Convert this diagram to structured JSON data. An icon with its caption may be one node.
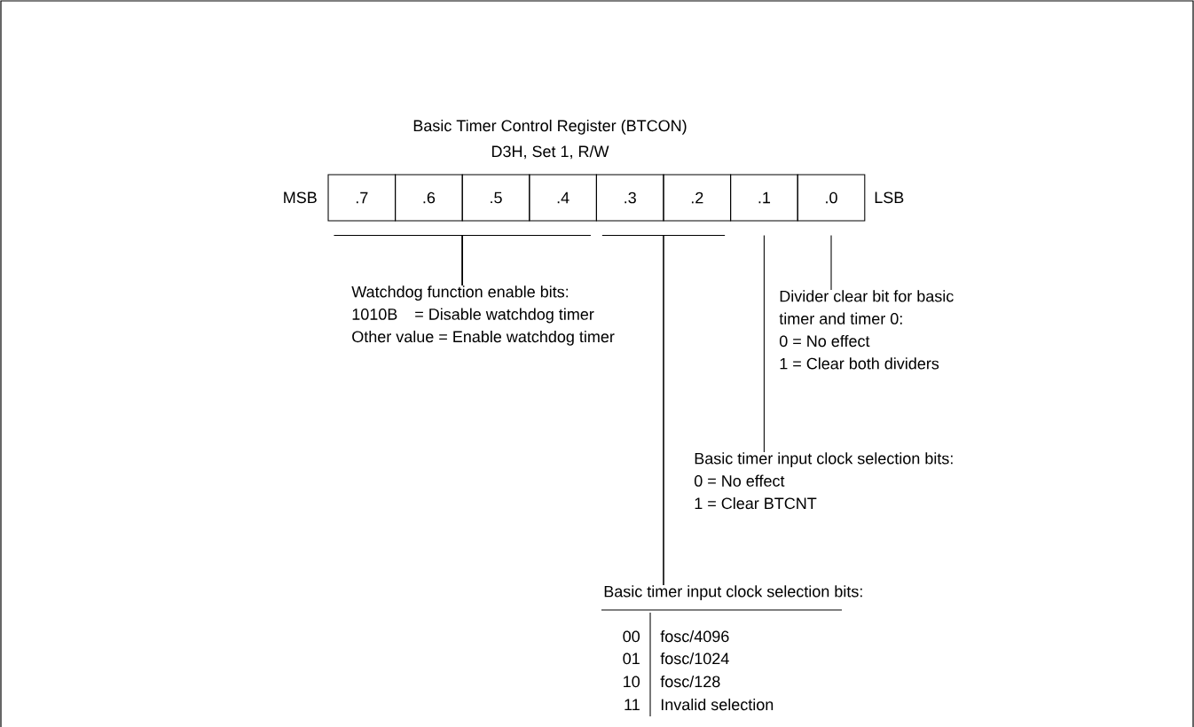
{
  "diagram": {
    "title": "Basic Timer Control Register (BTCON)",
    "nodes": [
      {
        "text": [
          ".7"
        ]
      },
      {
        "text": [
          ".6"
        ]
      },
      {
        "text": [
          ".5"
        ]
      },
      {
        "text": [
          ".4"
        ]
      },
      {
        "text": [
          ".3"
        ]
      },
      {
        "text": [
          ".2"
        ]
      },
      {
        "text": [
          ".1"
        ]
      },
      {
        "text": [
          ".0"
        ]
      },
      {
        "text": [
          "Watchdog function enable bits:",
          "1010B",
          "= Disable watchdog timer",
          "Other value = Enable watchdog timer"
        ]
      },
      {
        "text": [
          "Divider clear bit for basic timer and timer 0:",
          "0 = No effect",
          "1 = Clear both dividers"
        ]
      },
      {
        "text": [
          "Basic timer input clock selection bits:",
          "0 = No effect",
          "1 = Clear BTCNT"
        ]
      },
      {
        "text": [
          "Basic timer input clock selection bits:"
        ]
      }
    ],
    "edges": [
      {
        "from": 0,
        "to": 8,
        "arrow": "none"
      },
      {
        "from": 1,
        "to": 8,
        "arrow": "none"
      },
      {
        "from": 2,
        "to": 8,
        "arrow": "none"
      },
      {
        "from": 3,
        "to": 8,
        "arrow": "none"
      },
      {
        "from": 4,
        "to": 11,
        "arrow": "none"
      },
      {
        "from": 5,
        "to": 11,
        "arrow": "none"
      },
      {
        "from": 7,
        "to": 9,
        "arrow": "none"
      },
      {
        "from": 6,
        "to": 10,
        "arrow": "none"
      }
    ],
    "labels": [
      "D3H, Set 1, R/W",
      "MSB",
      "LSB",
      "00",
      "fosc/4096",
      "01",
      "fosc/1024",
      "10",
      "fosc/128",
      "11",
      "Invalid selection"
    ]
  }
}
